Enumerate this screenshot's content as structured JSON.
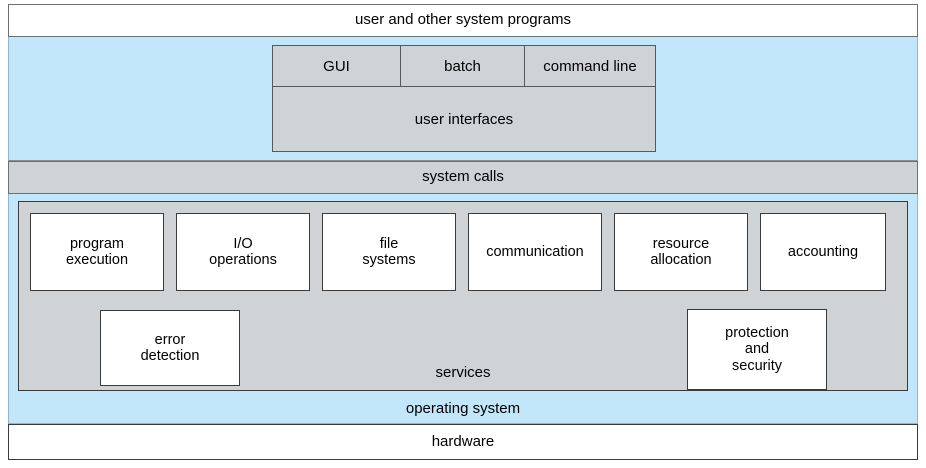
{
  "diagram": {
    "title": "operating system services layered diagram",
    "colors": {
      "blue_band": "#c3e7fa",
      "gray_panel": "#d0d3d6",
      "box_fill": "#ffffff",
      "outline": "#3a3a3a"
    }
  },
  "layers": {
    "user_programs": "user and other system programs",
    "system_calls": "system calls",
    "operating_system": "operating system",
    "hardware": "hardware"
  },
  "user_interfaces": {
    "group_label": "user interfaces",
    "cells": [
      {
        "label": "GUI"
      },
      {
        "label": "batch"
      },
      {
        "label": "command line"
      }
    ]
  },
  "services": {
    "panel_label": "services",
    "primary": [
      {
        "label": "program\nexecution",
        "line1": "program",
        "line2": "execution"
      },
      {
        "label": "I/O operations",
        "line1": "I/O",
        "line2": "operations"
      },
      {
        "label": "file systems",
        "line1": "file",
        "line2": "systems"
      },
      {
        "label": "communication",
        "line1": "communication",
        "line2": ""
      },
      {
        "label": "resource allocation",
        "line1": "resource",
        "line2": "allocation"
      },
      {
        "label": "accounting",
        "line1": "accounting",
        "line2": ""
      }
    ],
    "secondary": [
      {
        "label": "error detection",
        "line1": "error",
        "line2": "detection",
        "line3": ""
      },
      {
        "label": "protection and security",
        "line1": "protection",
        "line2": "and",
        "line3": "security"
      }
    ]
  }
}
